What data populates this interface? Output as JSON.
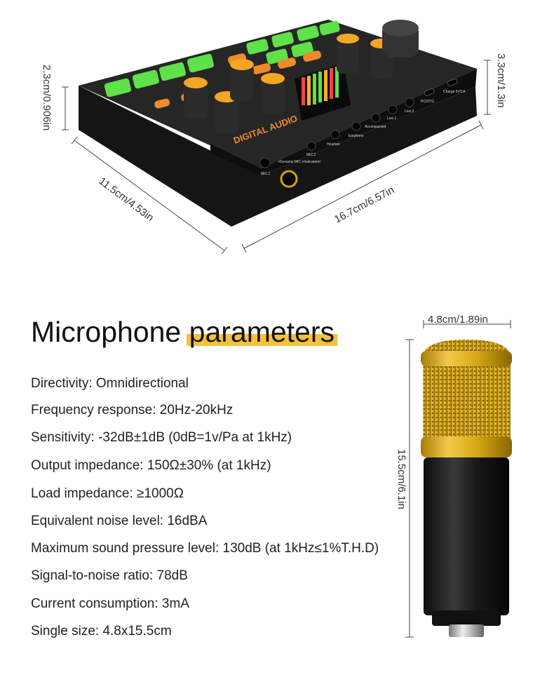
{
  "mixer": {
    "dims": {
      "height": "2.3cm/0.906in",
      "depth": "11.5cm/4.53in",
      "width": "16.7cm/6.57in",
      "right_height": "3.3cm/1.3in"
    },
    "port_labels": [
      "MIC.1",
      ">Dynamic MIC >Instrument",
      "MIC.2",
      "Headset",
      "Earphone",
      "Accompanied",
      "Live.1",
      "Live.2",
      "PC/OTG",
      "Charge 5V/1A"
    ],
    "panel_text": "DIGITAL AUDIO"
  },
  "microphone": {
    "width_dim": "4.8cm/1.89in",
    "height_dim": "15.5cm/6.1in"
  },
  "section": {
    "title_part1": "Microphone",
    "title_part2": "parameters"
  },
  "params": [
    "Directivity: Omnidirectional",
    "Frequency response: 20Hz-20kHz",
    "Sensitivity: -32dB±1dB (0dB=1v/Pa at 1kHz)",
    "Output impedance: 150Ω±30% (at 1kHz)",
    "Load impedance: ≥1000Ω",
    "Equivalent noise level: 16dBA",
    "Maximum sound pressure level: 130dB (at 1kHz≤1%T.H.D)",
    "Signal-to-noise ratio: 78dB",
    "Current consumption: 3mA",
    "Single size: 4.8x15.5cm"
  ],
  "colors": {
    "accent": "#f7c23a",
    "gold": "#d4a20a",
    "device": "#1c1c1c",
    "green_button": "#5fe14a",
    "orange_button": "#f08a2a"
  }
}
